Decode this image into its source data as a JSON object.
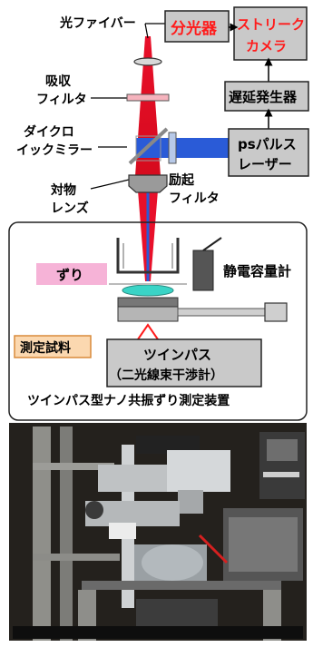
{
  "labels": {
    "fiber": "光ファイバー",
    "spectrometer": "分光器",
    "streak_line1": "ストリーク",
    "streak_line2": "カメラ",
    "absorb_line1": "吸収",
    "absorb_line2": "フィルタ",
    "delay": "遅延発生器",
    "dichroic_line1": "ダイクロ",
    "dichroic_line2": "イックミラー",
    "pulse_line1": "psパルス",
    "pulse_line2": "レーザー",
    "objective_line1": "対物",
    "objective_line2": "レンズ",
    "excite_line1": "励起",
    "excite_line2": "フィルタ",
    "shear": "ずり",
    "capacitance": "静電容量計",
    "sample": "測定試料",
    "twinpath_line1": "ツインパス",
    "twinpath_line2": "（二光線束干渉計）",
    "apparatus": "ツインパス型ナノ共振ずり測定装置"
  },
  "photo": {
    "description": "photograph of the measurement apparatus"
  },
  "colors": {
    "red_beam": "#e8102a",
    "blue_beam": "#2a5bd7",
    "box_fill": "#c9c9c9",
    "shear_fill": "#f6b3d7",
    "sample_fill": "#fbd8b0",
    "text_red": "#ff1b1b"
  }
}
